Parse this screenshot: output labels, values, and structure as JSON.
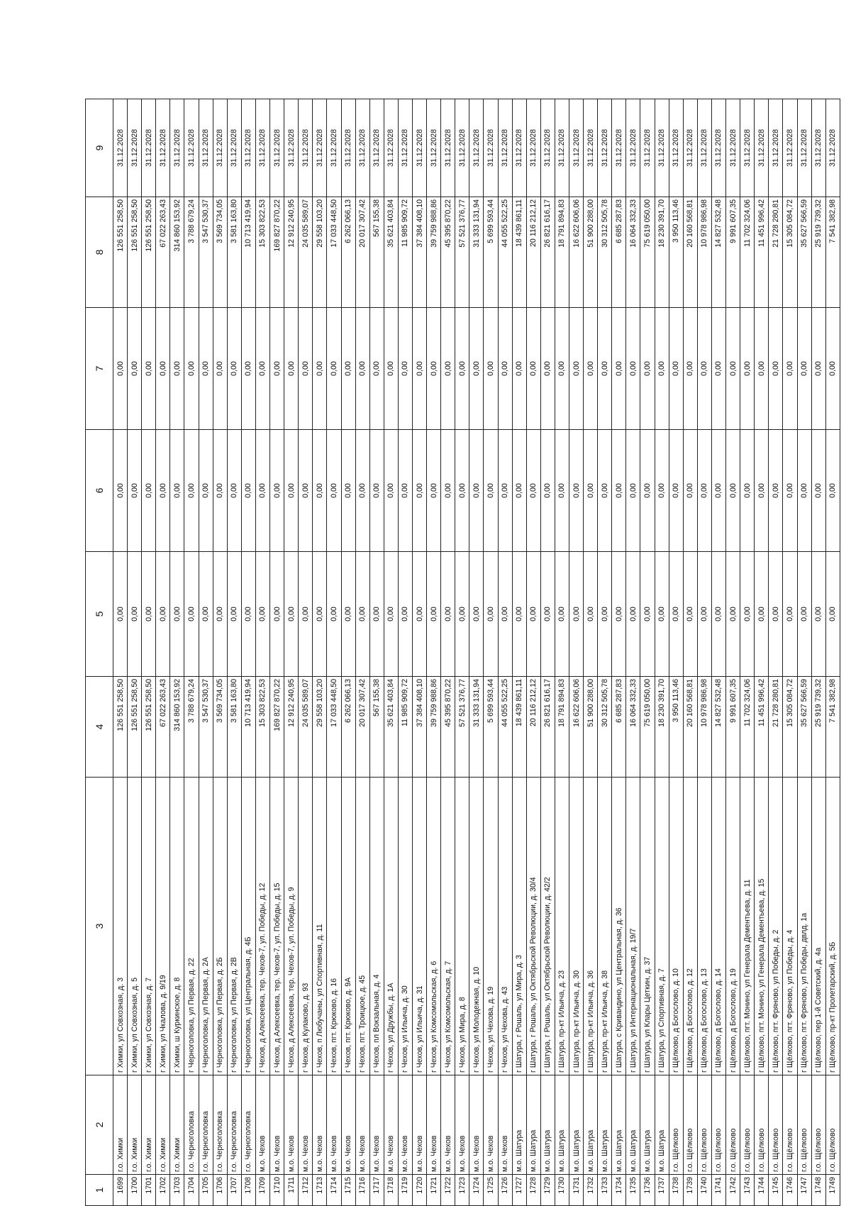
{
  "headers": [
    "1",
    "2",
    "3",
    "4",
    "5",
    "6",
    "7",
    "8",
    "9"
  ],
  "rows": [
    [
      "1699",
      "г.о. Химки",
      "г Химки, ул Совхозная, д. 3",
      "126 551 258,50",
      "0,00",
      "0,00",
      "0,00",
      "126 551 258,50",
      "31.12.2028"
    ],
    [
      "1700",
      "г.о. Химки",
      "г Химки, ул Совхозная, д. 5",
      "126 551 258,50",
      "0,00",
      "0,00",
      "0,00",
      "126 551 258,50",
      "31.12.2028"
    ],
    [
      "1701",
      "г.о. Химки",
      "г Химки, ул Совхозная, д. 7",
      "126 551 258,50",
      "0,00",
      "0,00",
      "0,00",
      "126 551 258,50",
      "31.12.2028"
    ],
    [
      "1702",
      "г.о. Химки",
      "г Химки, ул Чкалова, д. 9/19",
      "67 022 263,43",
      "0,00",
      "0,00",
      "0,00",
      "67 022 263,43",
      "31.12.2028"
    ],
    [
      "1703",
      "г.о. Химки",
      "г Химки, ш Куркинское, д. 8",
      "314 860 153,92",
      "0,00",
      "0,00",
      "0,00",
      "314 860 153,92",
      "31.12.2028"
    ],
    [
      "1704",
      "г.о. Черноголовка",
      "г Черноголовка, ул Первая, д. 22",
      "3 788 679,24",
      "0,00",
      "0,00",
      "0,00",
      "3 788 679,24",
      "31.12.2028"
    ],
    [
      "1705",
      "г.о. Черноголовка",
      "г Черноголовка, ул Первая, д. 2А",
      "3 547 530,37",
      "0,00",
      "0,00",
      "0,00",
      "3 547 530,37",
      "31.12.2028"
    ],
    [
      "1706",
      "г.о. Черноголовка",
      "г Черноголовка, ул Первая, д. 2Б",
      "3 569 734,05",
      "0,00",
      "0,00",
      "0,00",
      "3 569 734,05",
      "31.12.2028"
    ],
    [
      "1707",
      "г.о. Черноголовка",
      "г Черноголовка, ул Первая, д. 2В",
      "3 581 163,80",
      "0,00",
      "0,00",
      "0,00",
      "3 581 163,80",
      "31.12.2028"
    ],
    [
      "1708",
      "г.о. Черноголовка",
      "г Черноголовка, ул Центральная, д. 4Б",
      "10 713 419,94",
      "0,00",
      "0,00",
      "0,00",
      "10 713 419,94",
      "31.12.2028"
    ],
    [
      "1709",
      "м.о. Чехов",
      "г Чехов, д Алексеевка, тер. Чехов-7, ул. Победы, д. 12",
      "15 303 822,53",
      "0,00",
      "0,00",
      "0,00",
      "15 303 822,53",
      "31.12.2028"
    ],
    [
      "1710",
      "м.о. Чехов",
      "г Чехов, д Алексеевка, тер. Чехов-7, ул. Победы, д. 15",
      "169 827 870,22",
      "0,00",
      "0,00",
      "0,00",
      "169 827 870,22",
      "31.12.2028"
    ],
    [
      "1711",
      "м.о. Чехов",
      "г Чехов, д Алексеевка, тер. Чехов-7, ул. Победы, д. 9",
      "12 912 240,95",
      "0,00",
      "0,00",
      "0,00",
      "12 912 240,95",
      "31.12.2028"
    ],
    [
      "1712",
      "м.о. Чехов",
      "г Чехов, д Кулаково, д. 93",
      "24 035 589,07",
      "0,00",
      "0,00",
      "0,00",
      "24 035 589,07",
      "31.12.2028"
    ],
    [
      "1713",
      "м.о. Чехов",
      "г Чехов, п Любучаны, ул Спортивная, д. 11",
      "29 558 103,20",
      "0,00",
      "0,00",
      "0,00",
      "29 558 103,20",
      "31.12.2028"
    ],
    [
      "1714",
      "м.о. Чехов",
      "г Чехов, пгт. Крюково, д. 16",
      "17 033 448,50",
      "0,00",
      "0,00",
      "0,00",
      "17 033 448,50",
      "31.12.2028"
    ],
    [
      "1715",
      "м.о. Чехов",
      "г Чехов, пгт. Крюково, д. 9А",
      "6 262 066,13",
      "0,00",
      "0,00",
      "0,00",
      "6 262 066,13",
      "31.12.2028"
    ],
    [
      "1716",
      "м.о. Чехов",
      "г Чехов, пгт. Троицкое, д. 45",
      "20 017 307,42",
      "0,00",
      "0,00",
      "0,00",
      "20 017 307,42",
      "31.12.2028"
    ],
    [
      "1717",
      "м.о. Чехов",
      "г Чехов, пл Вокзальная, д. 4",
      "567 155,38",
      "0,00",
      "0,00",
      "0,00",
      "567 155,38",
      "31.12.2028"
    ],
    [
      "1718",
      "м.о. Чехов",
      "г Чехов, ул Дружбы, д. 1А",
      "35 621 403,84",
      "0,00",
      "0,00",
      "0,00",
      "35 621 403,84",
      "31.12.2028"
    ],
    [
      "1719",
      "м.о. Чехов",
      "г Чехов, ул Ильича, д. 30",
      "11 985 909,72",
      "0,00",
      "0,00",
      "0,00",
      "11 985 909,72",
      "31.12.2028"
    ],
    [
      "1720",
      "м.о. Чехов",
      "г Чехов, ул Ильича, д. 31",
      "37 384 408,10",
      "0,00",
      "0,00",
      "0,00",
      "37 384 408,10",
      "31.12.2028"
    ],
    [
      "1721",
      "м.о. Чехов",
      "г Чехов, ул Комсомольская, д. 6",
      "39 759 988,86",
      "0,00",
      "0,00",
      "0,00",
      "39 759 988,86",
      "31.12.2028"
    ],
    [
      "1722",
      "м.о. Чехов",
      "г Чехов, ул Комсомольская, д. 7",
      "45 395 870,22",
      "0,00",
      "0,00",
      "0,00",
      "45 395 870,22",
      "31.12.2028"
    ],
    [
      "1723",
      "м.о. Чехов",
      "г Чехов, ул Мира, д. 8",
      "57 521 376,77",
      "0,00",
      "0,00",
      "0,00",
      "57 521 376,77",
      "31.12.2028"
    ],
    [
      "1724",
      "м.о. Чехов",
      "г Чехов, ул Молодежная, д. 10",
      "31 333 131,94",
      "0,00",
      "0,00",
      "0,00",
      "31 333 131,94",
      "31.12.2028"
    ],
    [
      "1725",
      "м.о. Чехов",
      "г Чехов, ул Чехова, д. 19",
      "5 699 593,44",
      "0,00",
      "0,00",
      "0,00",
      "5 699 593,44",
      "31.12.2028"
    ],
    [
      "1726",
      "м.о. Чехов",
      "г Чехов, ул Чехова, д. 43",
      "44 055 522,25",
      "0,00",
      "0,00",
      "0,00",
      "44 055 522,25",
      "31.12.2028"
    ],
    [
      "1727",
      "м.о. Шатура",
      "г Шатура, г Рошаль, ул Мира, д. 3",
      "18 439 861,11",
      "0,00",
      "0,00",
      "0,00",
      "18 439 861,11",
      "31.12.2028"
    ],
    [
      "1728",
      "м.о. Шатура",
      "г Шатура, г Рошаль, ул Октябрьской Революции, д. 30/4",
      "20 116 212,12",
      "0,00",
      "0,00",
      "0,00",
      "20 116 212,12",
      "31.12.2028"
    ],
    [
      "1729",
      "м.о. Шатура",
      "г Шатура, г Рошаль, ул Октябрьской Революции, д. 42/2",
      "26 821 616,17",
      "0,00",
      "0,00",
      "0,00",
      "26 821 616,17",
      "31.12.2028"
    ],
    [
      "1730",
      "м.о. Шатура",
      "г Шатура, пр-кт Ильича, д. 23",
      "18 791 894,83",
      "0,00",
      "0,00",
      "0,00",
      "18 791 894,83",
      "31.12.2028"
    ],
    [
      "1731",
      "м.о. Шатура",
      "г Шатура, пр-кт Ильича, д. 30",
      "16 622 606,06",
      "0,00",
      "0,00",
      "0,00",
      "16 622 606,06",
      "31.12.2028"
    ],
    [
      "1732",
      "м.о. Шатура",
      "г Шатура, пр-кт Ильича, д. 36",
      "51 900 288,00",
      "0,00",
      "0,00",
      "0,00",
      "51 900 288,00",
      "31.12.2028"
    ],
    [
      "1733",
      "м.о. Шатура",
      "г Шатура, пр-кт Ильича, д. 38",
      "30 312 505,78",
      "0,00",
      "0,00",
      "0,00",
      "30 312 505,78",
      "31.12.2028"
    ],
    [
      "1734",
      "м.о. Шатура",
      "г Шатура, с Кривандино, ул Центральная, д. 36",
      "6 685 287,83",
      "0,00",
      "0,00",
      "0,00",
      "6 685 287,83",
      "31.12.2028"
    ],
    [
      "1735",
      "м.о. Шатура",
      "г Шатура, ул Интернациональная, д. 19/7",
      "16 064 332,33",
      "0,00",
      "0,00",
      "0,00",
      "16 064 332,33",
      "31.12.2028"
    ],
    [
      "1736",
      "м.о. Шатура",
      "г Шатура, ул Клары Цеткин, д. 37",
      "75 619 050,00",
      "0,00",
      "0,00",
      "0,00",
      "75 619 050,00",
      "31.12.2028"
    ],
    [
      "1737",
      "м.о. Шатура",
      "г Шатура, ул Спортивная, д. 7",
      "18 230 391,70",
      "0,00",
      "0,00",
      "0,00",
      "18 230 391,70",
      "31.12.2028"
    ],
    [
      "1738",
      "г.о. Щёлково",
      "г Щёлково, д Богослово, д. 10",
      "3 950 113,46",
      "0,00",
      "0,00",
      "0,00",
      "3 950 113,46",
      "31.12.2028"
    ],
    [
      "1739",
      "г.о. Щёлково",
      "г Щёлково, д Богослово, д. 12",
      "20 160 568,81",
      "0,00",
      "0,00",
      "0,00",
      "20 160 568,81",
      "31.12.2028"
    ],
    [
      "1740",
      "г.о. Щёлково",
      "г Щёлково, д Богослово, д. 13",
      "10 978 986,98",
      "0,00",
      "0,00",
      "0,00",
      "10 978 986,98",
      "31.12.2028"
    ],
    [
      "1741",
      "г.о. Щёлково",
      "г Щёлково, д Богослово, д. 14",
      "14 827 532,48",
      "0,00",
      "0,00",
      "0,00",
      "14 827 532,48",
      "31.12.2028"
    ],
    [
      "1742",
      "г.о. Щёлково",
      "г Щёлково, д Богослово, д. 19",
      "9 991 607,35",
      "0,00",
      "0,00",
      "0,00",
      "9 991 607,35",
      "31.12.2028"
    ],
    [
      "1743",
      "г.о. Щёлково",
      "г Щёлково, пгт. Монино, ул Генерала Дементьева, д. 11",
      "11 702 324,06",
      "0,00",
      "0,00",
      "0,00",
      "11 702 324,06",
      "31.12.2028"
    ],
    [
      "1744",
      "г.о. Щёлково",
      "г Щёлково, пгт. Монино, ул Генерала Дементьева, д. 15",
      "11 451 996,42",
      "0,00",
      "0,00",
      "0,00",
      "11 451 996,42",
      "31.12.2028"
    ],
    [
      "1745",
      "г.о. Щёлково",
      "г Щёлково, пгт. Фряново, ул Победы, д. 2",
      "21 728 280,81",
      "0,00",
      "0,00",
      "0,00",
      "21 728 280,81",
      "31.12.2028"
    ],
    [
      "1746",
      "г.о. Щёлково",
      "г Щёлково, пгт. Фряново, ул Победы, д. 4",
      "15 305 084,72",
      "0,00",
      "0,00",
      "0,00",
      "15 305 084,72",
      "31.12.2028"
    ],
    [
      "1747",
      "г.о. Щёлково",
      "г Щёлково, пгт. Фряново, ул Победы, двлд. 1а",
      "35 627 566,59",
      "0,00",
      "0,00",
      "0,00",
      "35 627 566,59",
      "31.12.2028"
    ],
    [
      "1748",
      "г.о. Щёлково",
      "г Щёлково, пер 1-й Советский, д. 4а",
      "25 919 739,32",
      "0,00",
      "0,00",
      "0,00",
      "25 919 739,32",
      "31.12.2028"
    ],
    [
      "1749",
      "г.о. Щёлково",
      "г Щёлково, пр-кт Пролетарский, д. 5Б",
      "7 541 382,98",
      "0,00",
      "0,00",
      "0,00",
      "7 541 382,98",
      "31.12.2028"
    ]
  ]
}
